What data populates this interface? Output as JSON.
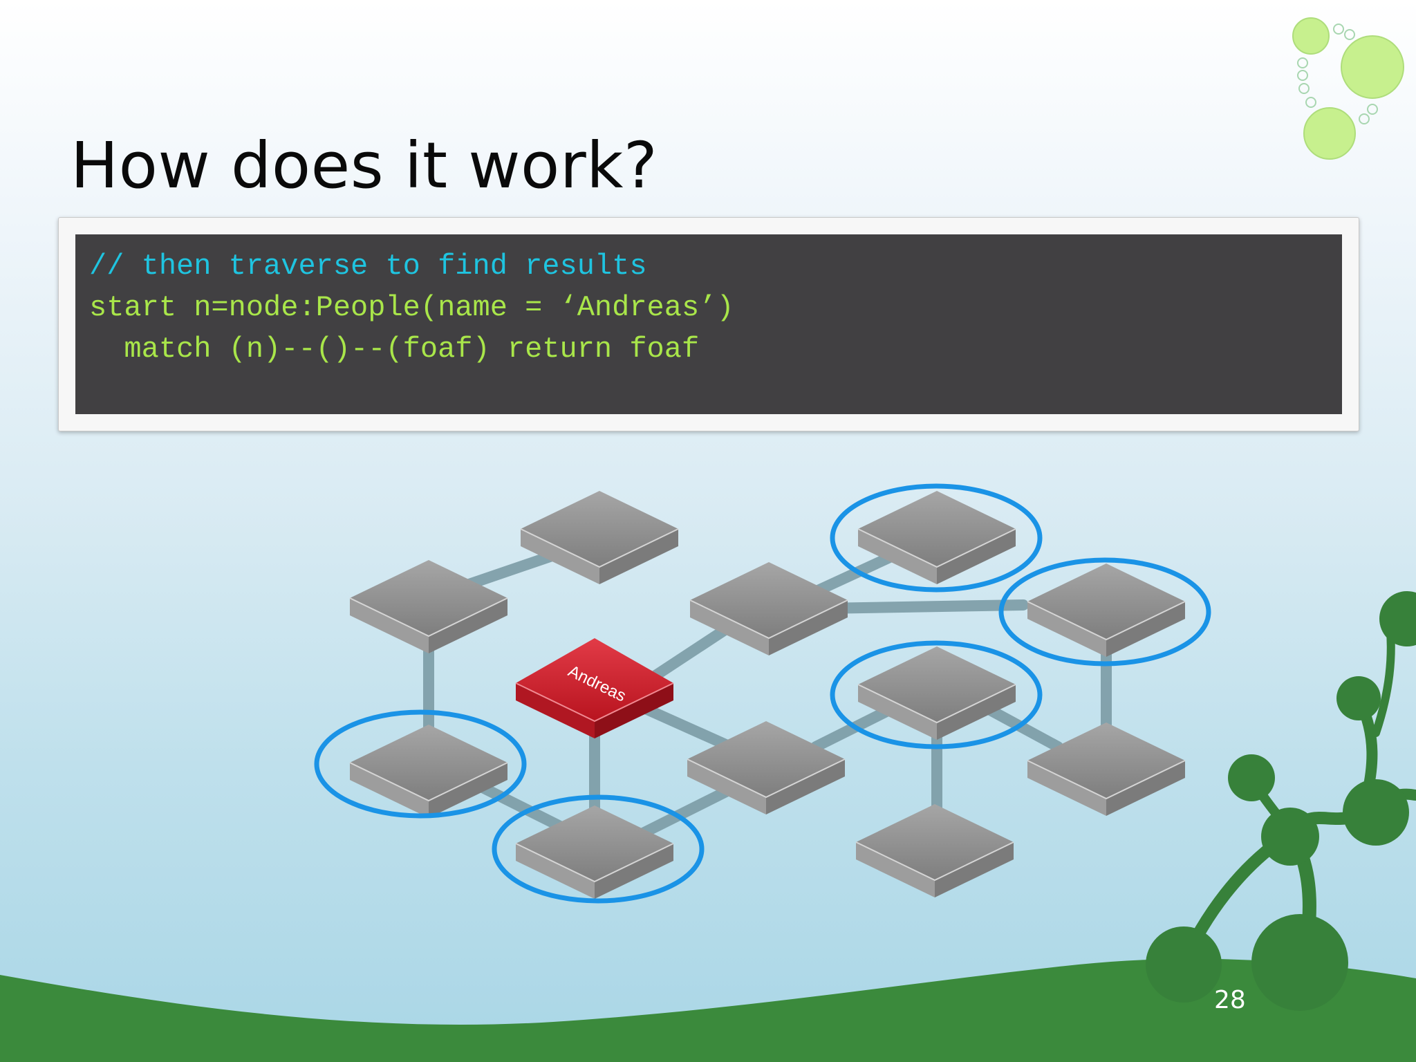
{
  "slide": {
    "title": "How does it work?",
    "page_number": "28"
  },
  "code": {
    "background": "#414042",
    "lines": [
      {
        "text": "// then traverse to find results",
        "color": "#1fc4e0"
      },
      {
        "text": "start n=node:People(name = ‘Andreas’)",
        "color": "#a9e64a"
      },
      {
        "text": "  match (n)--()--(foaf) return foaf",
        "color": "#a9e64a"
      }
    ]
  },
  "graph": {
    "start_node_label": "Andreas",
    "start_node_color": "#c8202e",
    "node_color": "#8f8f8f",
    "edge_color": "#7c9ca6",
    "highlight_color": "#1a93e6",
    "nodes": [
      {
        "id": "n1",
        "type": "node"
      },
      {
        "id": "n2",
        "type": "node"
      },
      {
        "id": "n3",
        "type": "node",
        "highlighted": true
      },
      {
        "id": "n4",
        "type": "node"
      },
      {
        "id": "n5",
        "type": "node",
        "highlighted": true
      },
      {
        "id": "andreas",
        "type": "start"
      },
      {
        "id": "n6",
        "type": "node",
        "highlighted": true
      },
      {
        "id": "n7",
        "type": "node"
      },
      {
        "id": "n8",
        "type": "node",
        "highlighted": true
      },
      {
        "id": "n9",
        "type": "node"
      },
      {
        "id": "n10",
        "type": "node",
        "highlighted": true
      },
      {
        "id": "n11",
        "type": "node"
      }
    ]
  },
  "decor": {
    "bubble_color": "#c7f08e",
    "plant_color": "#37813a",
    "ground_color": "#3b8a3c"
  }
}
